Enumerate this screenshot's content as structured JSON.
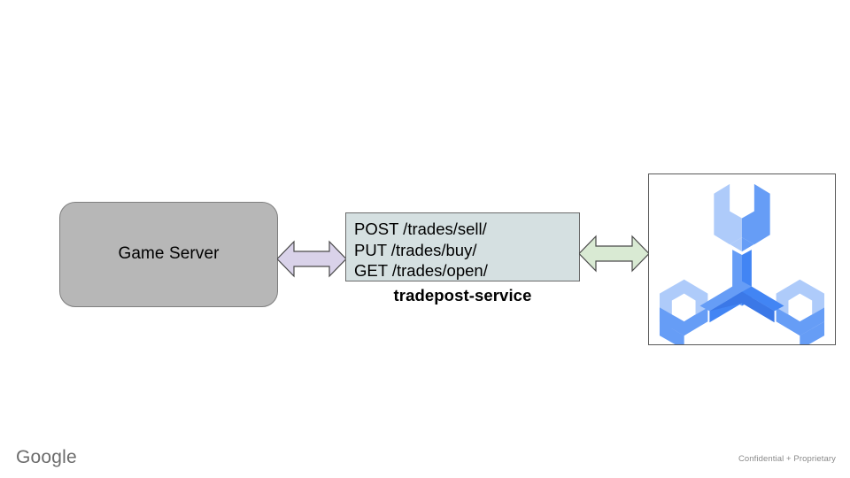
{
  "slide": {
    "background_color": "#ffffff",
    "type": "architecture-diagram"
  },
  "nodes": {
    "game_server": {
      "label": "Game Server",
      "fill_color": "#b7b7b7",
      "border_color": "#7f7f7f"
    },
    "tradepost_service": {
      "caption": "tradepost-service",
      "fill_color": "#d5e0e1",
      "border_color": "#6b6b6b",
      "endpoints": [
        "POST /trades/sell/",
        "PUT /trades/buy/",
        "GET /trades/open/"
      ]
    },
    "agones_logo": {
      "name": "agones-logo",
      "frame_border_color": "#595959",
      "colors": {
        "light": "#aecbfa",
        "medium": "#669df6",
        "dark": "#4285f4",
        "deep": "#3b78e7"
      }
    }
  },
  "connectors": {
    "left_arrow": {
      "name": "bidirectional-arrow-purple",
      "fill_color": "#d9d2e9",
      "border_color": "#4a4a4a",
      "direction": "bidirectional"
    },
    "right_arrow": {
      "name": "bidirectional-arrow-green",
      "fill_color": "#d9ead3",
      "border_color": "#4a4a4a",
      "direction": "bidirectional"
    }
  },
  "footer": {
    "brand": "Google",
    "brand_color": "#6c6c6c",
    "confidentiality": "Confidential + Proprietary",
    "confidentiality_color": "#8a8a8a"
  }
}
